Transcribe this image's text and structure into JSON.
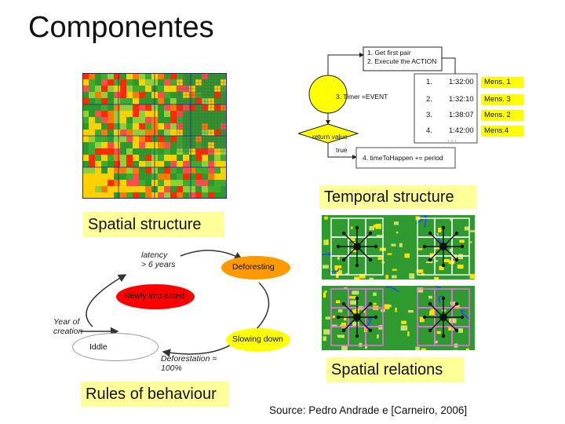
{
  "title": "Componentes",
  "temporal": {
    "action_line1": "1. Get first pair",
    "action_line2": "2. Execute the ACTION",
    "timer": "3. Timer =EVENT",
    "return_value": "return value",
    "true_label": "true",
    "time_to_happen": "4. timeToHappen += period",
    "ellipsis": ". . .",
    "events": [
      {
        "n": "1.",
        "time": "1:32:00",
        "msg": "Mens. 1"
      },
      {
        "n": "2.",
        "time": "1:32:10",
        "msg": "Mens. 3"
      },
      {
        "n": "3.",
        "time": "1:38:07",
        "msg": "Mens. 2"
      },
      {
        "n": "4.",
        "time": "1:42:00",
        "msg": "Mens.4"
      }
    ],
    "label": "Temporal structure"
  },
  "spatial": {
    "label": "Spatial structure"
  },
  "rules": {
    "latency": "latency\n> 6 years",
    "deforesting": "Deforesting",
    "newly_implanted": "Newly implanted",
    "year_of_creation": "Year of\ncreation",
    "iddle": "Iddle",
    "slowing_down": "Slowing down",
    "deforestation": "Deforestation =\n100%",
    "label": "Rules of behaviour"
  },
  "relations": {
    "label": "Spatial relations"
  },
  "source": "Source: Pedro Andrade e [Carneiro, 2006]",
  "colors": {
    "label_bg": "#ffff99",
    "deforesting": "#ff9900",
    "newly_implanted": "#ff0000",
    "slowing_down": "#ffff00",
    "iddle": "#ffffff",
    "map_green": "#2b9a2b",
    "map_red": "#ff2a00"
  }
}
